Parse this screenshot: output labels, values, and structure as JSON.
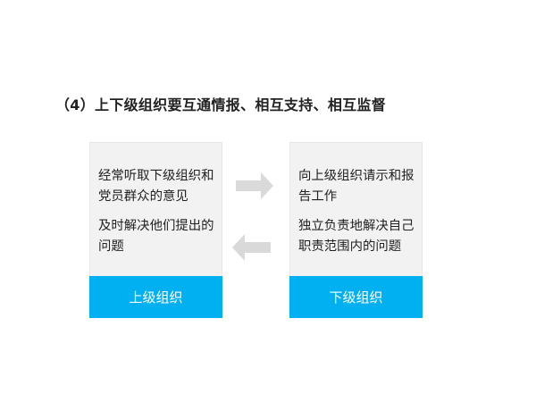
{
  "title": "（4）上下级组织要互通情报、相互支持、相互监督",
  "left_box": {
    "items": [
      "经常听取下级组织和党员群众的意见",
      "及时解决他们提出的问题"
    ],
    "label": "上级组织"
  },
  "right_box": {
    "items": [
      "向上级组织请示和报告工作",
      "独立负责地解决自己职责范围内的问题"
    ],
    "label": "下级组织"
  },
  "colors": {
    "accent": "#00b0f0",
    "box_bg": "#f2f2f2",
    "arrow": "#d9d9d9"
  }
}
